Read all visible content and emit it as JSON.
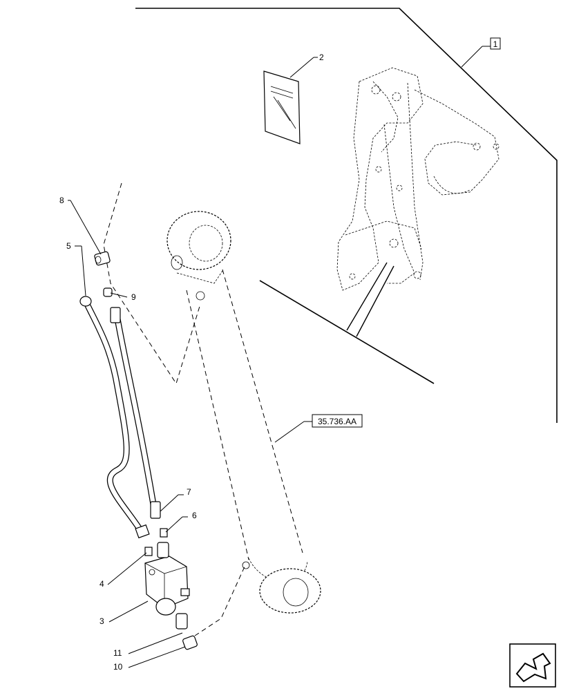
{
  "callouts": {
    "c1": "1",
    "c2": "2",
    "c3": "3",
    "c4": "4",
    "c5": "5",
    "c6": "6",
    "c7": "7",
    "c8": "8",
    "c9": "9",
    "c10": "10",
    "c11": "11"
  },
  "reference": "35.736.AA",
  "nav_icon": "next-page-arrow-icon"
}
